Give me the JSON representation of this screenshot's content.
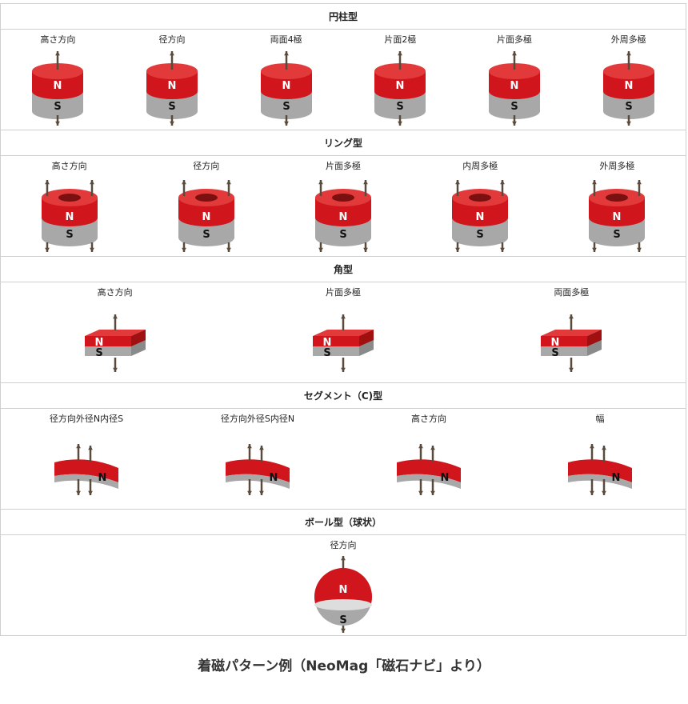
{
  "sections": [
    {
      "title": "円柱型",
      "shape": "cylinder",
      "items": [
        "高さ方向",
        "径方向",
        "両面4極",
        "片面2極",
        "片面多極",
        "外周多極"
      ]
    },
    {
      "title": "リング型",
      "shape": "ring",
      "items": [
        "高さ方向",
        "径方向",
        "片面多極",
        "内周多極",
        "外周多極"
      ]
    },
    {
      "title": "角型",
      "shape": "block",
      "items": [
        "高さ方向",
        "片面多極",
        "両面多極"
      ]
    },
    {
      "title": "セグメント（C)型",
      "shape": "segment",
      "items": [
        "径方向外径N内径S",
        "径方向外径S内径N",
        "高さ方向",
        "幅"
      ]
    },
    {
      "title": "ボール型（球状）",
      "shape": "sphere",
      "items": [
        "径方向"
      ]
    }
  ],
  "caption": "着磁パターン例（NeoMag「磁石ナビ」より）",
  "colors": {
    "red": "#d0161c",
    "gray": "#a8a8a8",
    "arrow": "#5a4a3c"
  }
}
